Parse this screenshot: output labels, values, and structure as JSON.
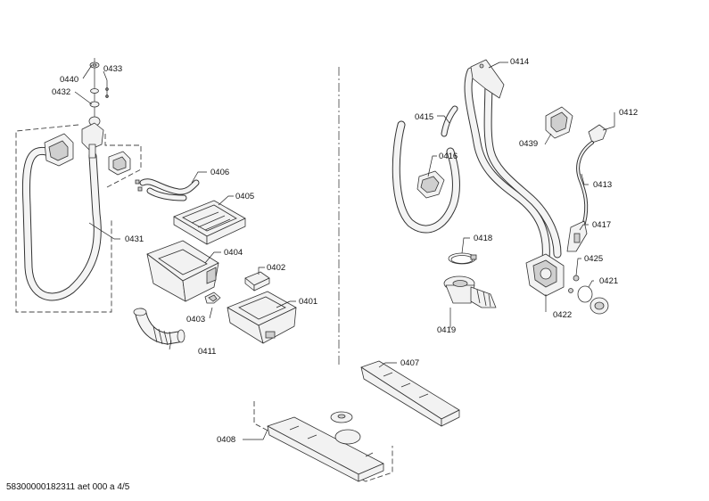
{
  "labels": {
    "l0440": "0440",
    "l0433": "0433",
    "l0432": "0432",
    "l0406": "0406",
    "l0405": "0405",
    "l0431": "0431",
    "l0404": "0404",
    "l0402": "0402",
    "l0401": "0401",
    "l0403": "0403",
    "l0411": "0411",
    "l0414": "0414",
    "l0415": "0415",
    "l0416": "0416",
    "l0412": "0412",
    "l0439": "0439",
    "l0413": "0413",
    "l0417": "0417",
    "l0418": "0418",
    "l0425": "0425",
    "l0421": "0421",
    "l0422": "0422",
    "l0419": "0419",
    "l0407": "0407",
    "l0408": "0408"
  },
  "footer": "58300000182311 aet 000 a 4/5"
}
